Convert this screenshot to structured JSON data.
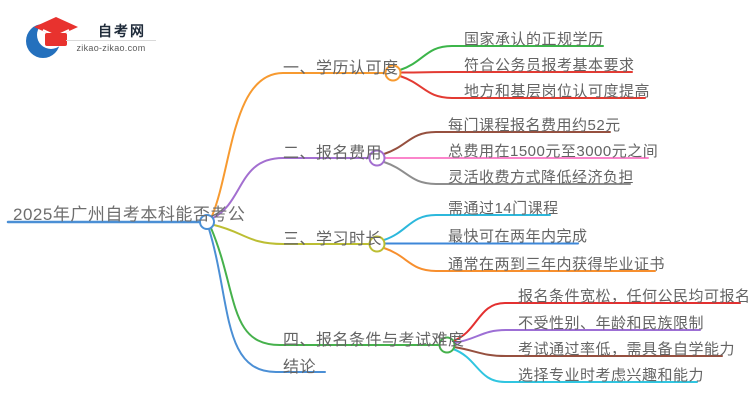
{
  "logo": {
    "title": "自考网",
    "domain": "zikao-zikao.com",
    "mark_blue": "#2470bd",
    "mark_red": "#e8322e"
  },
  "root": {
    "label": "2025年广州自考本科能否考公",
    "color": "#4b8fd5"
  },
  "branches": [
    {
      "label": "一、学历认可度",
      "color": "#f79a30",
      "children": [
        {
          "label": "国家承认的正规学历",
          "color": "#3cb54a"
        },
        {
          "label": "符合公务员报考基本要求",
          "color": "#e33b33"
        },
        {
          "label": "地方和基层岗位认可度提高",
          "color": "#e33b33"
        }
      ]
    },
    {
      "label": "二、报名费用",
      "color": "#a36fd0",
      "children": [
        {
          "label": "每门课程报名费用约52元",
          "color": "#96503f"
        },
        {
          "label": "总费用在1500元至3000元之间",
          "color": "#fb85cb"
        },
        {
          "label": "灵活收费方式降低经济负担",
          "color": "#8e8e8e"
        }
      ]
    },
    {
      "label": "三、学习时长",
      "color": "#bcbe33",
      "children": [
        {
          "label": "需通过14门课程",
          "color": "#2cb8dc"
        },
        {
          "label": "最快可在两年内完成",
          "color": "#3d87d8"
        },
        {
          "label": "通常在两到三年内获得毕业证书",
          "color": "#f78f2e"
        }
      ]
    },
    {
      "label": "四、报名条件与考试难度",
      "color": "#46b14c",
      "children": [
        {
          "label": "报名条件宽松，任何公民均可报名",
          "color": "#e33030"
        },
        {
          "label": "不受性别、年龄和民族限制",
          "color": "#9d6fd5"
        },
        {
          "label": "考试通过率低，需具备自学能力",
          "color": "#96503f"
        },
        {
          "label": "选择专业时考虑兴趣和能力",
          "color": "#30c5e0"
        }
      ]
    },
    {
      "label": "结论",
      "color": "#4b8fd5",
      "children": []
    }
  ]
}
